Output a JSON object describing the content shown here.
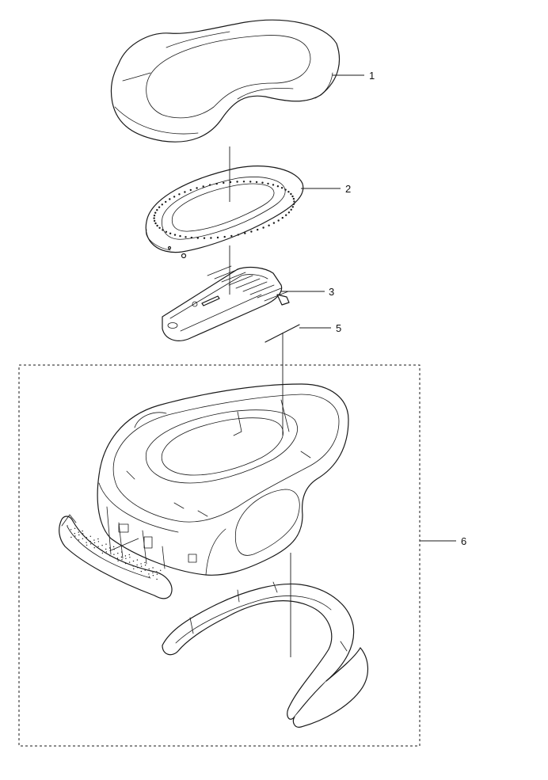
{
  "callouts": [
    {
      "id": "1",
      "label": "1"
    },
    {
      "id": "2",
      "label": "2"
    },
    {
      "id": "3",
      "label": "3"
    },
    {
      "id": "5",
      "label": "5"
    },
    {
      "id": "6",
      "label": "6"
    }
  ],
  "colors": {
    "line": "#1a1a1a",
    "background": "#ffffff"
  }
}
